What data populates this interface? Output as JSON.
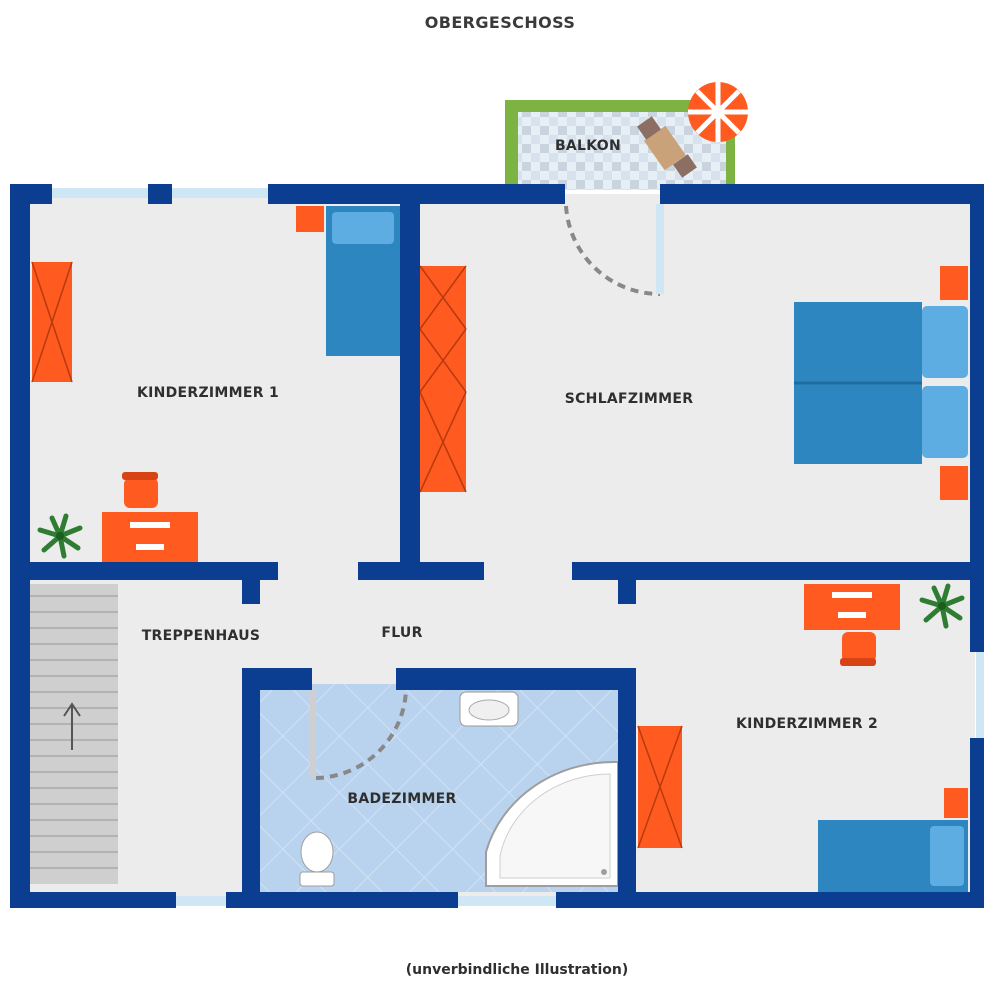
{
  "title": "OBERGESCHOSS",
  "footnote": "(unverbindliche Illustration)",
  "rooms": {
    "balkon": "BALKON",
    "kinderzimmer1": "KINDERZIMMER 1",
    "schlafzimmer": "SCHLAFZIMMER",
    "treppenhaus": "TREPPENHAUS",
    "flur": "FLUR",
    "badezimmer": "BADEZIMMER",
    "kinderzimmer2": "KINDERZIMMER 2"
  },
  "colors": {
    "wall": "#0b3d91",
    "floor": "#ececec",
    "bathroom_tile": "#b9d3ef",
    "furniture_orange": "#ff5a1f",
    "bed_blue": "#2e86c1",
    "balcony_hedge": "#8bc34a",
    "window_glass": "#cfe6f5"
  },
  "icons": [
    "stairs-icon",
    "plant-icon",
    "umbrella-icon",
    "bathtub-icon",
    "toilet-icon",
    "sink-icon",
    "bed-icon",
    "desk-icon",
    "chair-icon",
    "wardrobe-icon"
  ]
}
